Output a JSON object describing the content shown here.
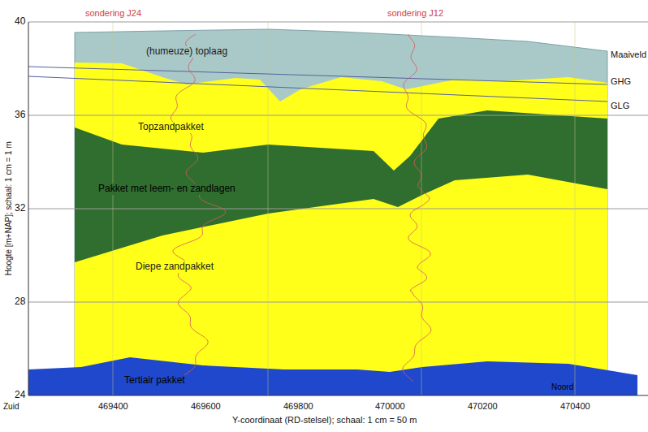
{
  "diagram": {
    "nodes": [
      {
        "text": [
          "(humeuze) toplaag"
        ]
      },
      {
        "text": [
          "Topzandpakket"
        ]
      },
      {
        "text": [
          "Pakket met leem- en zandlagen"
        ]
      },
      {
        "text": [
          "Diepe zandpakket"
        ]
      },
      {
        "text": [
          "Tertiair pakket"
        ]
      }
    ],
    "labels": [
      "sondering J24",
      "sondering J12",
      "Maaiveld",
      "GHG",
      "GLG",
      "40",
      "36",
      "32",
      "28",
      "24",
      "Zuid",
      "469400",
      "469600",
      "469800",
      "470000",
      "470200",
      "470400",
      "Noord",
      "Hoogte [m+NAP]; schaal: 1 cm = 1 m",
      "Y-coordinaat (RD-stelsel); schaal: 1 cm = 50 m"
    ]
  }
}
